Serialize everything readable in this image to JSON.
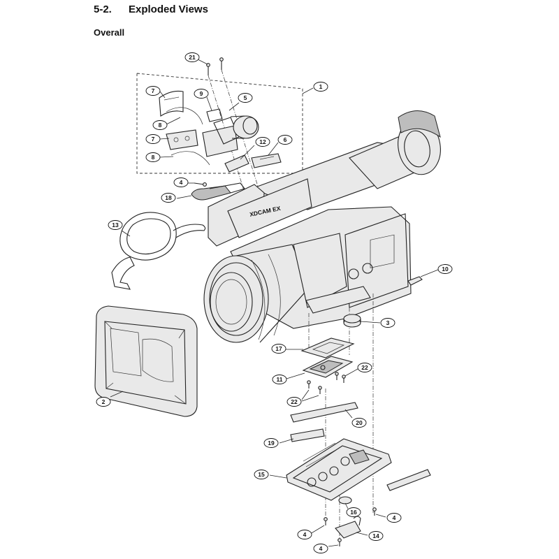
{
  "header": {
    "section_number": "5-2.",
    "section_title": "Exploded Views",
    "subtitle": "Overall"
  },
  "diagram": {
    "camera_brand_marking": "XDCAM EX",
    "callouts": [
      {
        "id": "c-21",
        "label": "21"
      },
      {
        "id": "c-1",
        "label": "1"
      },
      {
        "id": "c-7a",
        "label": "7"
      },
      {
        "id": "c-9",
        "label": "9"
      },
      {
        "id": "c-5",
        "label": "5"
      },
      {
        "id": "c-8a",
        "label": "8"
      },
      {
        "id": "c-7b",
        "label": "7"
      },
      {
        "id": "c-12",
        "label": "12"
      },
      {
        "id": "c-6",
        "label": "6"
      },
      {
        "id": "c-8b",
        "label": "8"
      },
      {
        "id": "c-4a",
        "label": "4"
      },
      {
        "id": "c-18",
        "label": "18"
      },
      {
        "id": "c-13",
        "label": "13"
      },
      {
        "id": "c-10",
        "label": "10"
      },
      {
        "id": "c-3",
        "label": "3"
      },
      {
        "id": "c-17",
        "label": "17"
      },
      {
        "id": "c-11",
        "label": "11"
      },
      {
        "id": "c-22a",
        "label": "22"
      },
      {
        "id": "c-22b",
        "label": "22"
      },
      {
        "id": "c-2",
        "label": "2"
      },
      {
        "id": "c-20",
        "label": "20"
      },
      {
        "id": "c-19",
        "label": "19"
      },
      {
        "id": "c-15",
        "label": "15"
      },
      {
        "id": "c-16",
        "label": "16"
      },
      {
        "id": "c-4b",
        "label": "4"
      },
      {
        "id": "c-4c",
        "label": "4"
      },
      {
        "id": "c-14",
        "label": "14"
      },
      {
        "id": "c-4d",
        "label": "4"
      }
    ]
  }
}
